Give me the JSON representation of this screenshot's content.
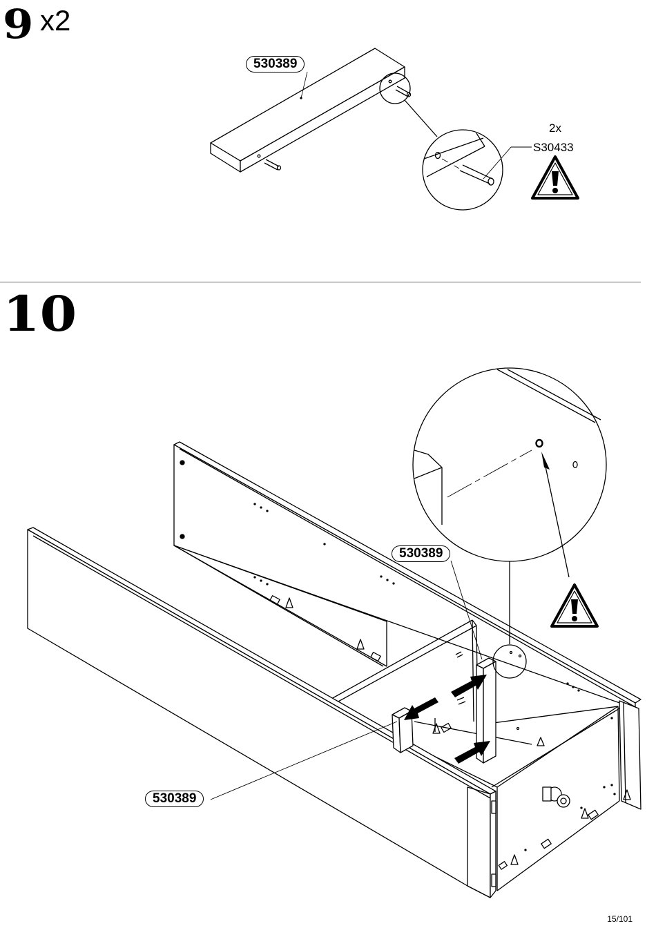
{
  "steps": [
    {
      "number": "9",
      "quantity": "x2"
    },
    {
      "number": "10"
    }
  ],
  "parts": {
    "board_label": "530389",
    "dowel_count": "2x",
    "dowel_code": "S30433",
    "divider_top_label": "530389",
    "divider_bottom_label": "530389"
  },
  "icons": [
    "warning-icon",
    "warning-icon"
  ],
  "page_number": "15/101"
}
